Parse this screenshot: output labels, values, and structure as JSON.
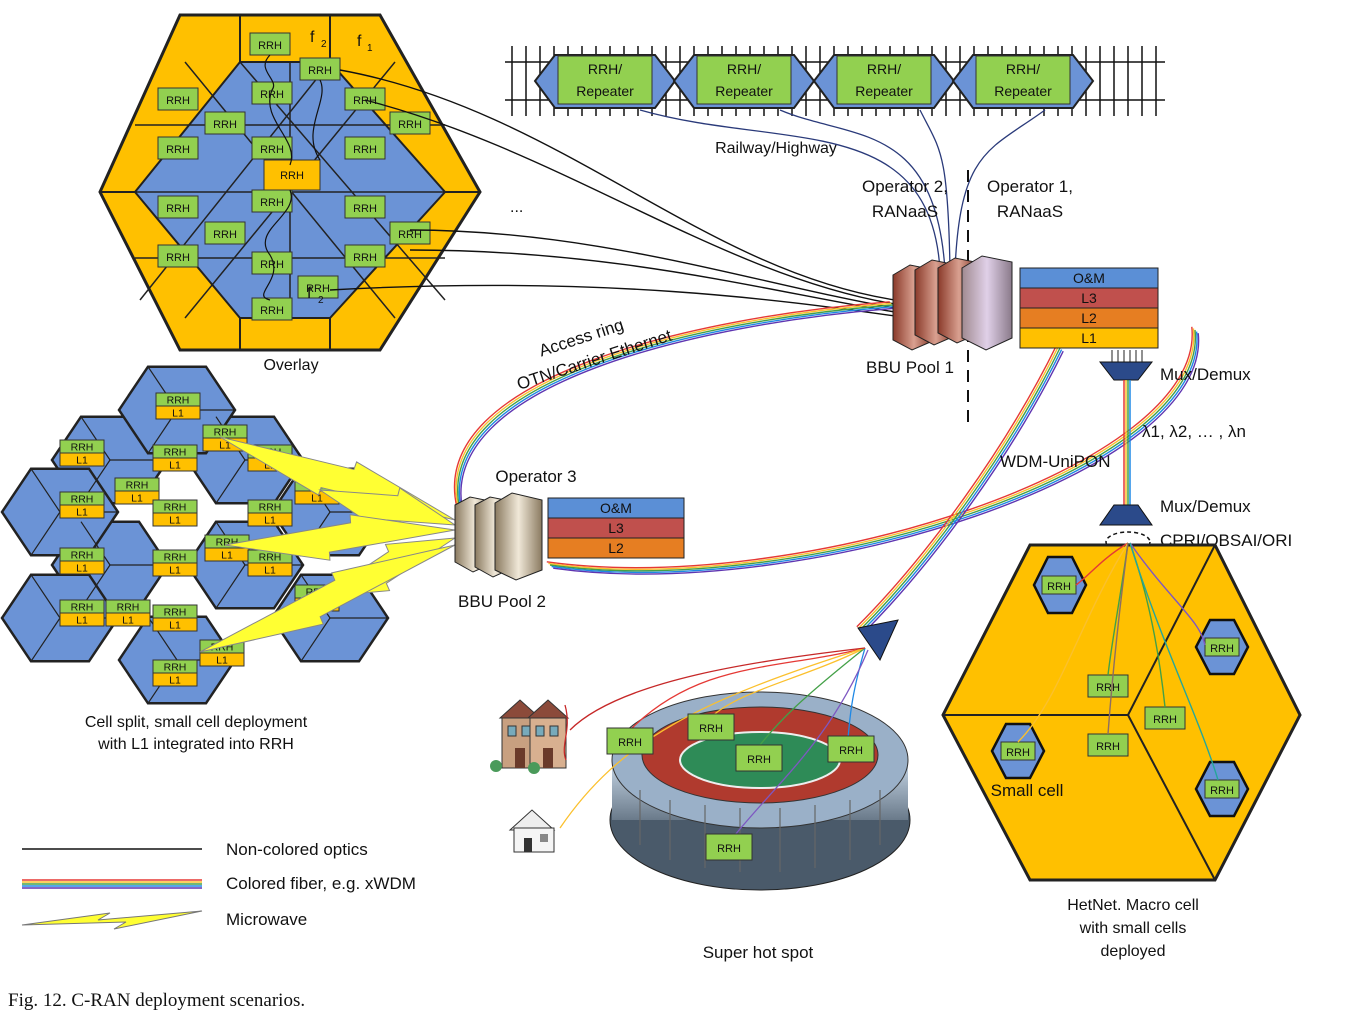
{
  "caption": "Fig. 12.    C-RAN deployment scenarios.",
  "overlay": {
    "title": "Overlay",
    "rrh_label": "RRH",
    "f1": "f",
    "f1_sub": "1",
    "f2": "f",
    "f2_sub": "2",
    "dots": "..."
  },
  "railway": {
    "title": "Railway/Highway",
    "units": [
      {
        "line1": "RRH/",
        "line2": "Repeater"
      },
      {
        "line1": "RRH/",
        "line2": "Repeater"
      },
      {
        "line1": "RRH/",
        "line2": "Repeater"
      },
      {
        "line1": "RRH/",
        "line2": "Repeater"
      }
    ]
  },
  "operators": {
    "op2_line1": "Operator 2,",
    "op2_line2": "RANaaS",
    "op1_line1": "Operator 1,",
    "op1_line2": "RANaaS",
    "op3": "Operator 3"
  },
  "bbu1": {
    "title": "BBU Pool 1",
    "stack": [
      "O&M",
      "L3",
      "L2",
      "L1"
    ]
  },
  "bbu2": {
    "title": "BBU Pool 2",
    "stack": [
      "O&M",
      "L3",
      "L2"
    ]
  },
  "access_ring": {
    "line1": "Access ring",
    "line2": "OTN/Carrier Ethernet"
  },
  "mux_top": "Mux/Demux",
  "mux_bottom": "Mux/Demux",
  "lambda_text": "λ1, λ2, … , λn",
  "wdm": "WDM-UniPON",
  "cpri": "CPRI/OBSAI/ORI",
  "cell_split": {
    "line1": "Cell split, small cell deployment",
    "line2": "with L1 integrated into RRH",
    "rrh": "RRH",
    "l1": "L1"
  },
  "hetnet": {
    "line1": "HetNet. Macro cell",
    "line2": "with small cells",
    "line3": "deployed",
    "small_cell": "Small cell",
    "rrh": "RRH"
  },
  "stadium": {
    "title": "Super hot spot",
    "rrh": "RRH"
  },
  "legend": [
    {
      "label": "Non-colored optics",
      "type": "black-line"
    },
    {
      "label": "Colored fiber, e.g. xWDM",
      "type": "rainbow"
    },
    {
      "label": "Microwave",
      "type": "microwave"
    }
  ],
  "colors": {
    "cell_blue": "#6b93d6",
    "cell_orange": "#ffc000",
    "rrh_green": "#92d050",
    "om_blue": "#5b8fd6",
    "l3_red": "#c0504d",
    "l2_orange": "#e67e22",
    "l1_yellow": "#ffc000",
    "lightning": "#ffff33"
  }
}
